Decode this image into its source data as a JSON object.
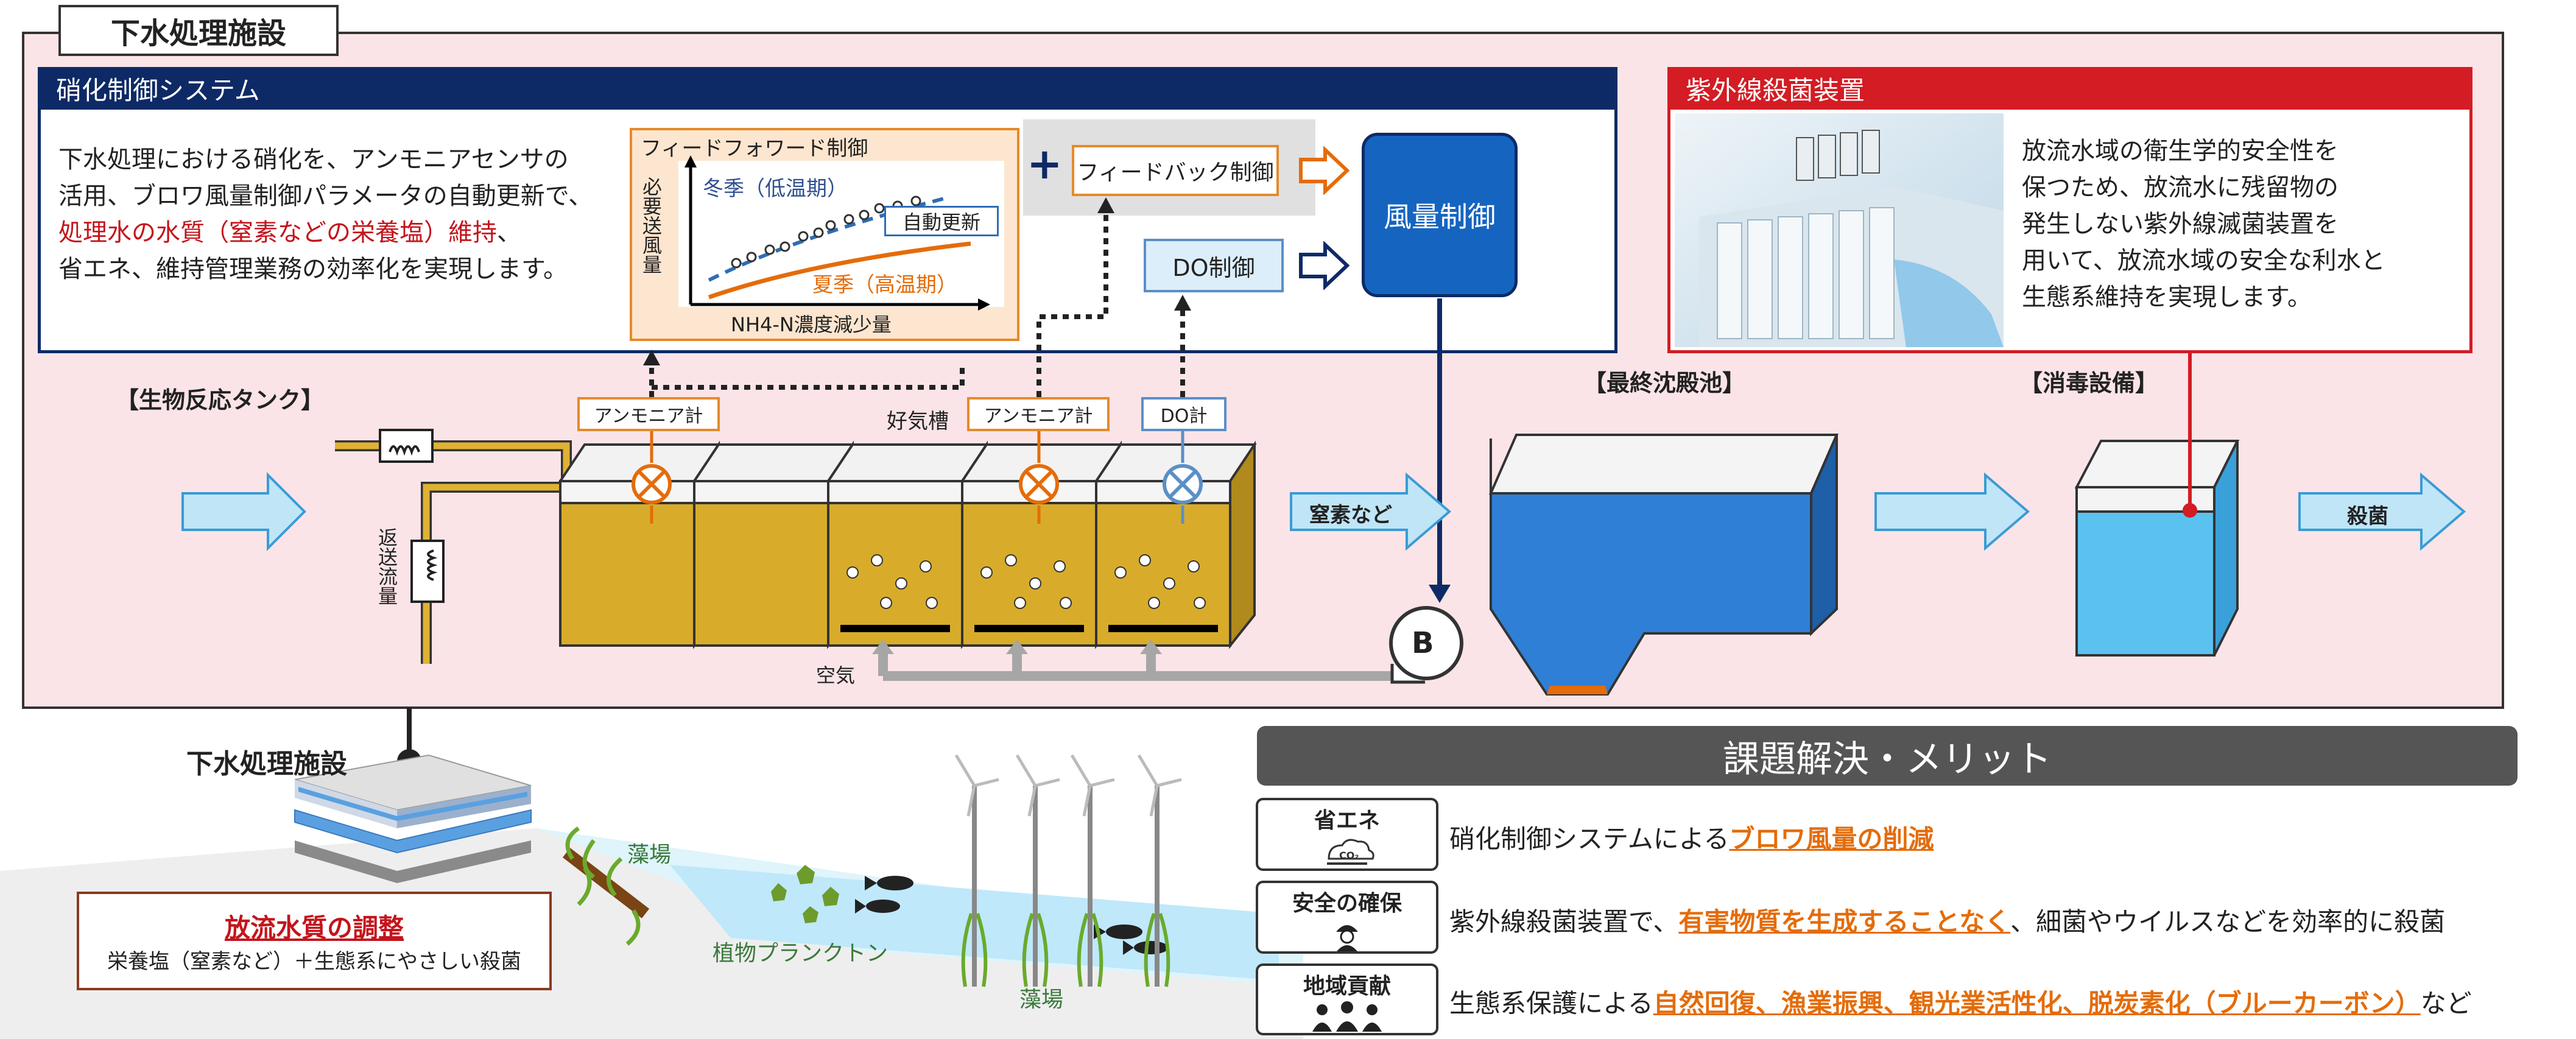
{
  "facility_title": "下水処理施設",
  "nitrification": {
    "header": "硝化制御システム",
    "desc_line1": "下水処理における硝化を、アンモニアセンサの",
    "desc_line2": "活用、ブロワ風量制御パラメータの自動更新で、",
    "desc_line3_red": "処理水の水質（窒素などの栄養塩）維持",
    "desc_line3_tail": "、",
    "desc_line4": "省エネ、維持管理業務の効率化を実現します。",
    "ff_title": "フィードフォワード制御",
    "ff_ylabel": "必要送風量",
    "ff_xlabel": "NH4-N濃度減少量",
    "ff_winter": "冬季（低温期）",
    "ff_summer": "夏季（高温期）",
    "ff_auto": "自動更新",
    "plus": "+",
    "feedback": "フィードバック制御",
    "do_control": "DO制御",
    "airflow_control": "風量制御"
  },
  "uv": {
    "header": "紫外線殺菌装置",
    "line1": "放流水域の衛生学的安全性を",
    "line2": "保つため、放流水に残留物の",
    "line3": "発生しない紫外線滅菌装置を",
    "line4": "用いて、放流水域の安全な利水と",
    "line5": "生態系維持を実現します。"
  },
  "process": {
    "bio_tank": "【生物反応タンク】",
    "ammonia_meter_1": "アンモニア計",
    "ammonia_meter_2": "アンモニア計",
    "do_meter": "DO計",
    "aerobic_tank": "好気槽",
    "return_flow": "返送流量",
    "air": "空気",
    "nitrogen": "窒素など",
    "blower": "B",
    "final_sedimentation": "【最終沈殿池】",
    "disinfection": "【消毒設備】",
    "sterilization": "殺菌"
  },
  "landscape": {
    "facility_label": "下水処理施設",
    "seaweed_1": "藻場",
    "seaweed_2": "藻場",
    "plankton": "植物プランクトン",
    "quality_title": "放流水質の調整",
    "quality_sub": "栄養塩（窒素など）＋生態系にやさしい殺菌"
  },
  "benefits": {
    "header": "課題解決・メリット",
    "items": [
      {
        "tag": "省エネ",
        "icon_text": "CO₂",
        "text_pre": "硝化制御システムによる",
        "text_em": "ブロワ風量の削減",
        "text_post": ""
      },
      {
        "tag": "安全の確保",
        "icon_text": "",
        "text_pre": "紫外線殺菌装置で、",
        "text_em": "有害物質を生成することなく",
        "text_post": "、細菌やウイルスなどを効率的に殺菌"
      },
      {
        "tag": "地域貢献",
        "icon_text": "",
        "text_pre": "生態系保護による",
        "text_em": "自然回復、漁業振興、観光業活性化、脱炭素化（ブルーカーボン）",
        "text_post": "など"
      }
    ]
  },
  "colors": {
    "navy": "#0e2a66",
    "red": "#d31c24",
    "orange": "#e46c0a",
    "tank": "#d8ac2a",
    "water": "#2f7fd6"
  }
}
